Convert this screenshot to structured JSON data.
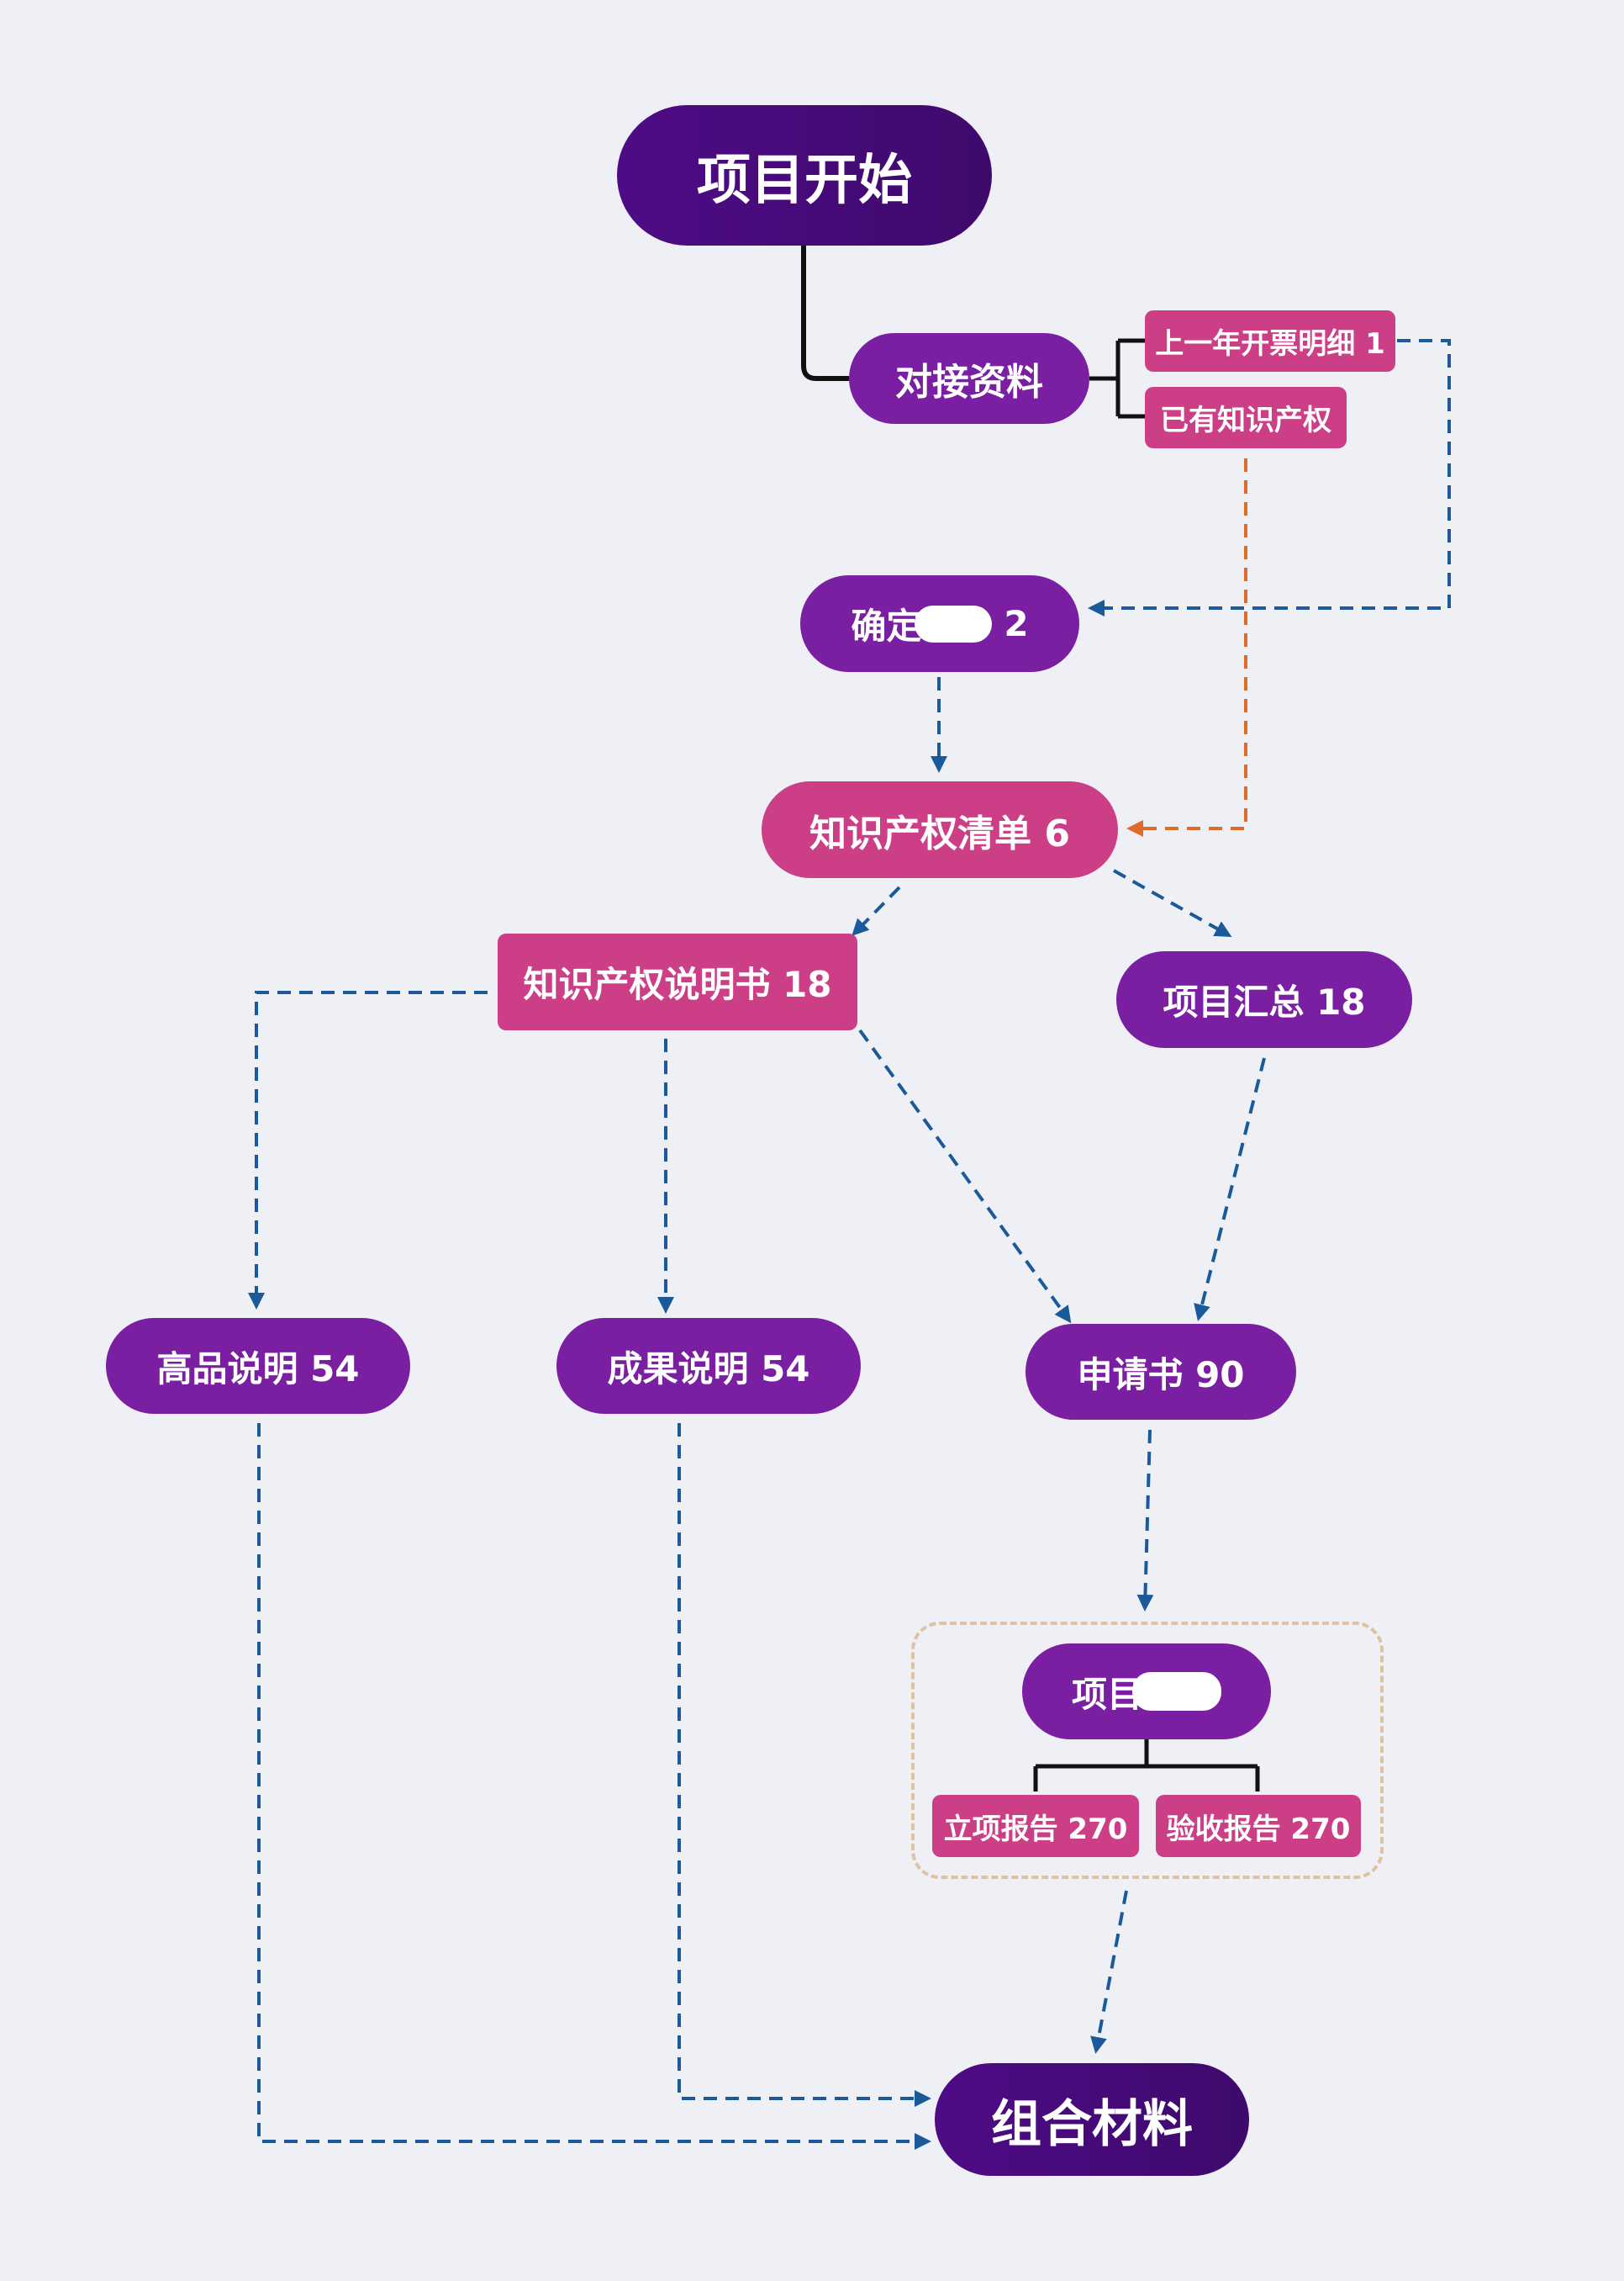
{
  "colors": {
    "background": "#eff0f6",
    "node_dark": "#4a0b7f",
    "node_purple": "#7a1fa2",
    "node_pink": "#cc3f86",
    "solid_connector": "#111111",
    "dashed_arrow_blue": "#1a5a9a",
    "dashed_arrow_orange": "#e0692c",
    "group_border": "#dfc2a0"
  },
  "nodes": {
    "start": "项目开始",
    "materials": "对接资料",
    "invoice_detail": "上一年开票明细 1",
    "existing_ip": "已有知识产权",
    "confirm_prefix": "确定",
    "confirm_suffix": "2",
    "ip_list": "知识产权清单 6",
    "ip_manual": "知识产权说明书 18",
    "project_summary": "项目汇总 18",
    "product_desc": "高品说明 54",
    "result_desc": "成果说明 54",
    "application": "申请书 90",
    "project_group_prefix": "项目",
    "approval_report": "立项报告 270",
    "acceptance_report": "验收报告 270",
    "combine": "组合材料"
  }
}
